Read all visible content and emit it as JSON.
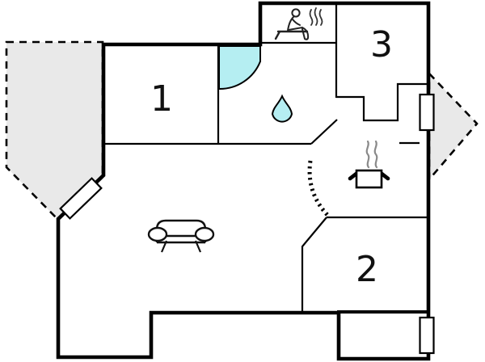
{
  "floor_plan": {
    "rooms": [
      {
        "id": "room-1",
        "label": "1"
      },
      {
        "id": "room-2",
        "label": "2"
      },
      {
        "id": "room-3",
        "label": "3"
      }
    ],
    "icons": [
      "sauna-icon",
      "shower-stall-icon",
      "water-drop-icon",
      "cooking-pot-icon",
      "sofa-icon"
    ],
    "features": [
      "terrace-left",
      "terrace-right",
      "window-right-upper",
      "window-right-lower",
      "window-diagonal"
    ],
    "colors": {
      "water": "#b5eef2",
      "terrace_fill": "#e9e9e9",
      "line": "#000000",
      "steam": "#8a8a8a",
      "background": "#ffffff"
    }
  }
}
